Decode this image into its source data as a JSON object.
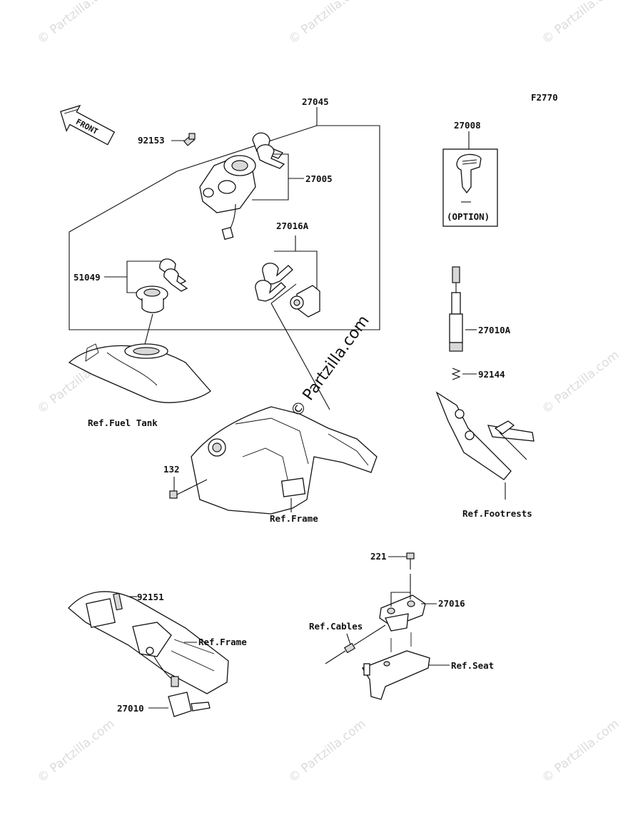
{
  "figure_code": "F2770",
  "front_label": "FRONT",
  "watermark": {
    "corner_text": "© Partzilla.com",
    "center_text": "© Partzilla.com"
  },
  "parts": [
    {
      "id": "p27045",
      "number": "27045"
    },
    {
      "id": "p92153",
      "number": "92153"
    },
    {
      "id": "p27005",
      "number": "27005"
    },
    {
      "id": "p27008",
      "number": "27008"
    },
    {
      "id": "p27016A",
      "number": "27016A"
    },
    {
      "id": "p51049",
      "number": "51049"
    },
    {
      "id": "p27010A",
      "number": "27010A"
    },
    {
      "id": "p92144",
      "number": "92144"
    },
    {
      "id": "p132",
      "number": "132"
    },
    {
      "id": "p221",
      "number": "221"
    },
    {
      "id": "p92151",
      "number": "92151"
    },
    {
      "id": "p27016",
      "number": "27016"
    },
    {
      "id": "p27010",
      "number": "27010"
    }
  ],
  "references": {
    "fuel_tank": "Ref.Fuel Tank",
    "frame_center": "Ref.Frame",
    "footrests": "Ref.Footrests",
    "frame_bottom": "Ref.Frame",
    "cables": "Ref.Cables",
    "seat": "Ref.Seat"
  },
  "key_option_label": "(OPTION)"
}
